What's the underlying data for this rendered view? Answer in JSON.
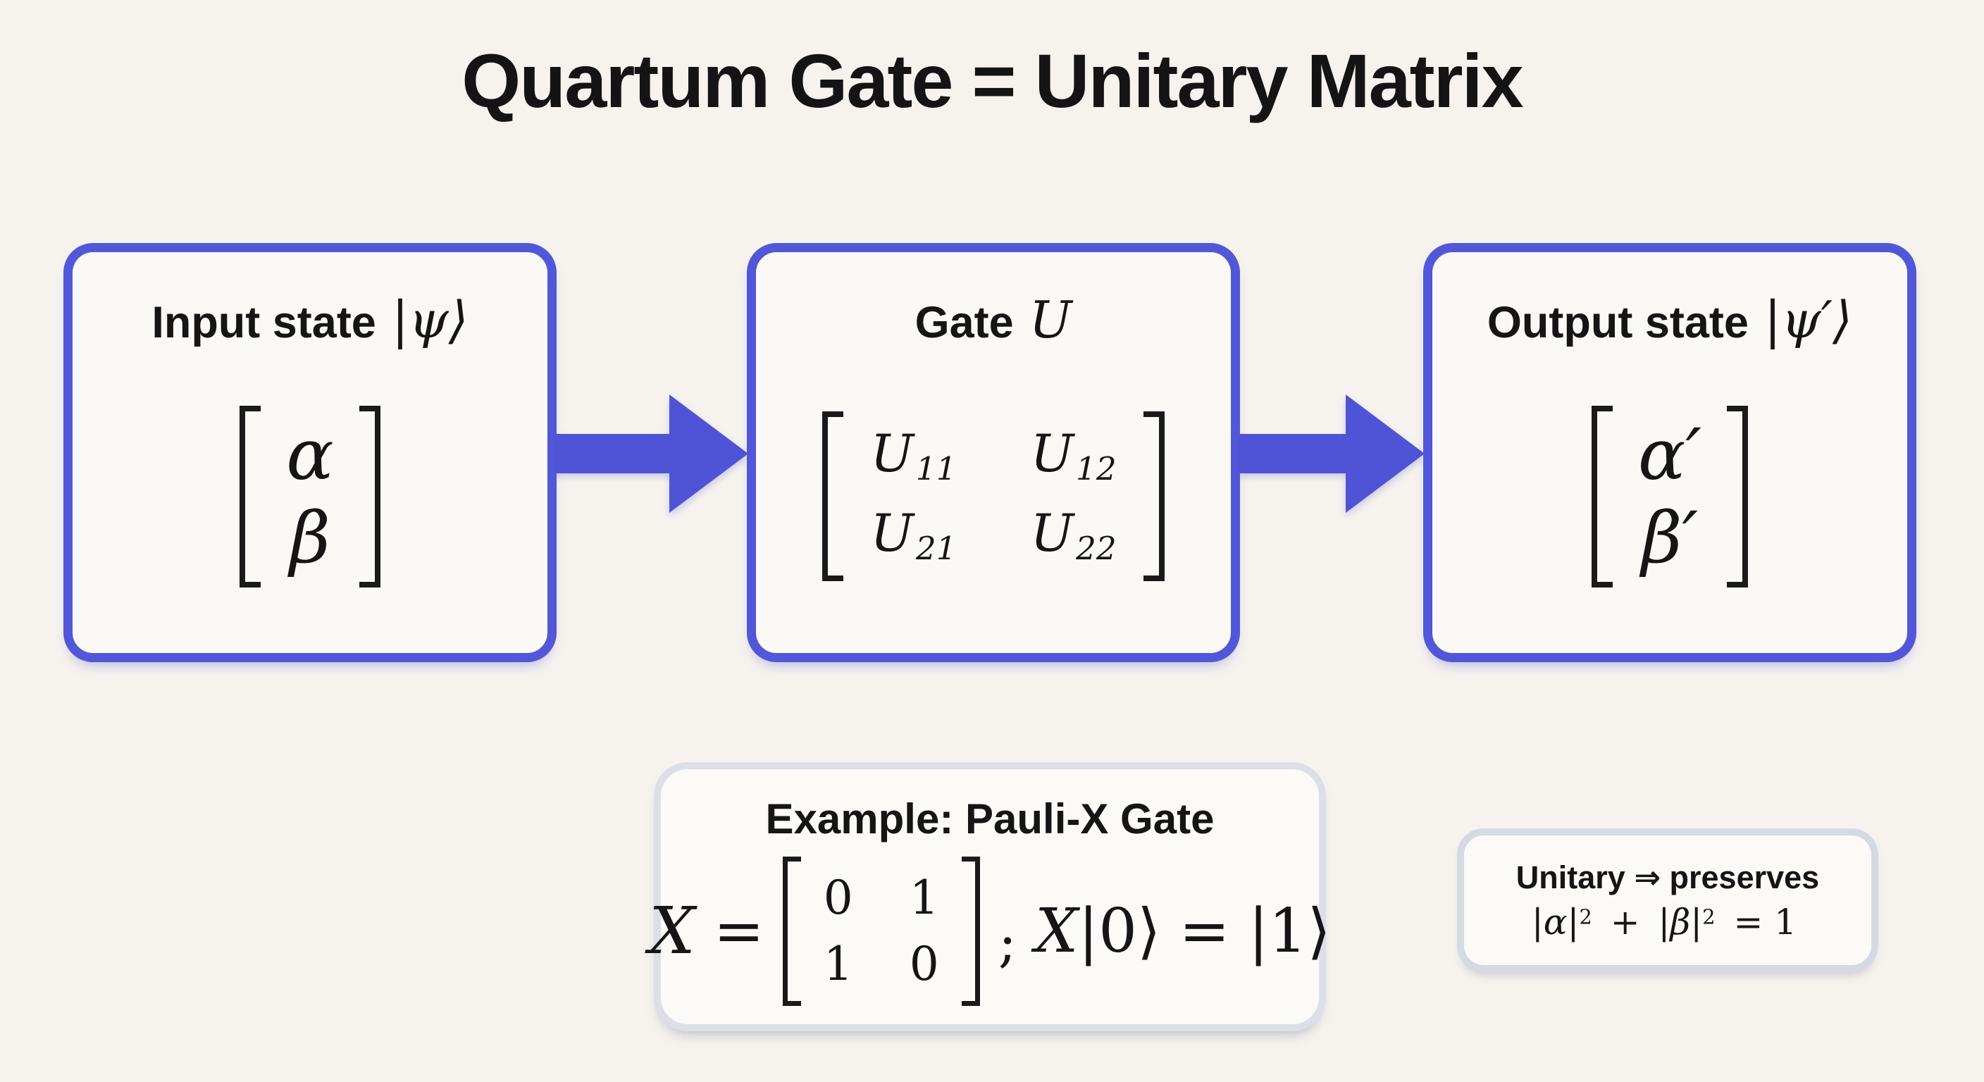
{
  "page": {
    "title": "Quartum Gate = Unitary Matrix"
  },
  "colors": {
    "background": "#f6f3ee",
    "box_background": "#fbf9f5",
    "accent_blue_border": "#5257d9",
    "arrow_blue": "#4f54d7",
    "soft_gray_border": "#dcdfe6",
    "note_gray_border": "#d5d9e2",
    "text": "#161616"
  },
  "flow": {
    "input": {
      "label": "Input state",
      "state": "|ψ⟩",
      "vector": [
        "α",
        "β"
      ]
    },
    "gate": {
      "label": "Gate",
      "symbol": "U",
      "matrix": [
        [
          {
            "base": "U",
            "sub": "11"
          },
          {
            "base": "U",
            "sub": "12"
          }
        ],
        [
          {
            "base": "U",
            "sub": "21"
          },
          {
            "base": "U",
            "sub": "22"
          }
        ]
      ]
    },
    "output": {
      "label": "Output state",
      "state": "|ψ′⟩",
      "vector": [
        "α′",
        "β′"
      ]
    }
  },
  "example": {
    "title": "Example: Pauli-X Gate",
    "lhs": "X",
    "eq": "=",
    "matrix": [
      [
        "0",
        "1"
      ],
      [
        "1",
        "0"
      ]
    ],
    "sep": ";",
    "rhs_var": "X",
    "rhs_ket": "|0⟩",
    "rhs_eq": "=",
    "rhs_result": "|1⟩"
  },
  "note": {
    "line1": "Unitary ⇒ preserves",
    "abs_alpha": "|α|",
    "sq1": "2",
    "plus": "+",
    "abs_beta": "|β|",
    "sq2": "2",
    "eq_one": "= 1"
  }
}
